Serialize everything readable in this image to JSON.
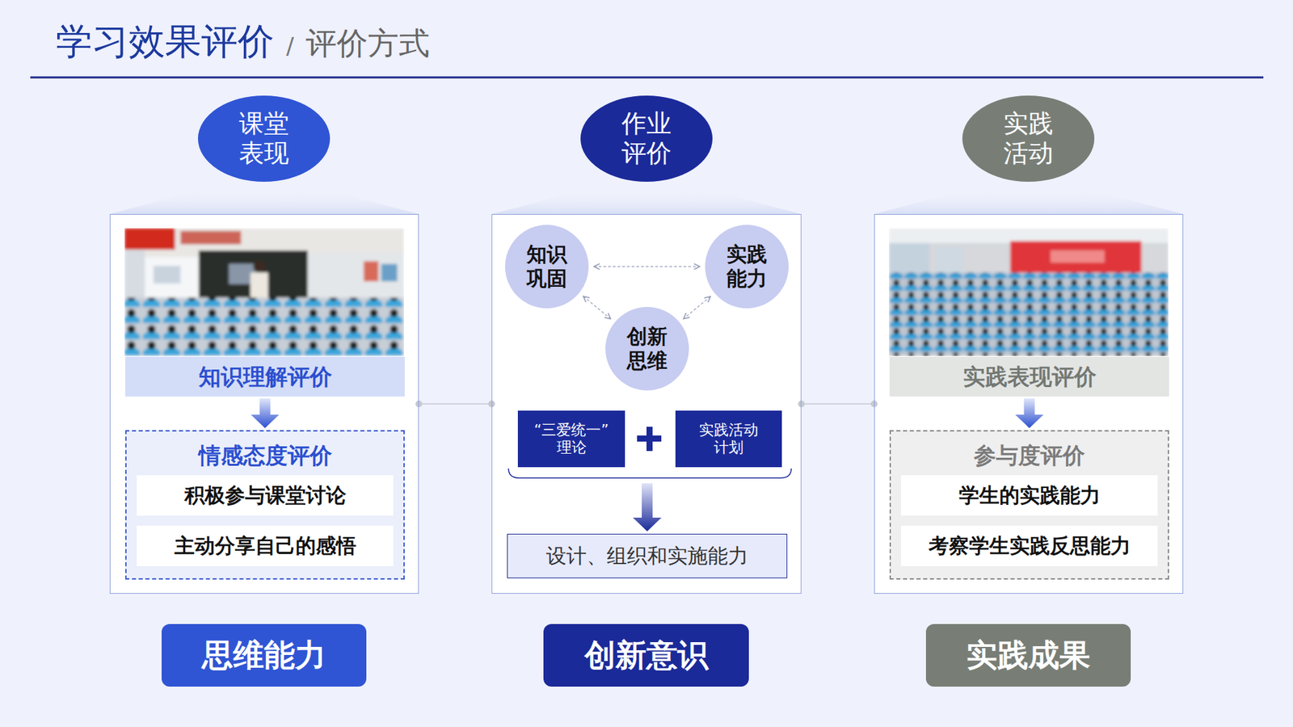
{
  "diagram": {
    "title": "学习效果评价",
    "nodes": [
      {
        "text": [
          "课堂 表现"
        ]
      },
      {
        "text": [
          "作业 评价"
        ]
      },
      {
        "text": [
          "实践 活动"
        ]
      },
      {
        "text": []
      },
      {
        "text": [
          "知识理解评价"
        ],
        "in": 3
      },
      {
        "text": [
          "情感态度评价"
        ],
        "in": 3
      },
      {
        "text": [
          "积极参与课堂讨论"
        ],
        "in": 5
      },
      {
        "text": [
          "主动分享自己的感悟"
        ],
        "in": 5
      },
      {
        "text": []
      },
      {
        "text": [
          "知识 巩固"
        ],
        "in": 8
      },
      {
        "text": [
          "实践 能力"
        ],
        "in": 8
      },
      {
        "text": [
          "创新 思维"
        ],
        "in": 8
      },
      {
        "text": [
          "“三爱统一” 理论"
        ],
        "in": 8
      },
      {
        "text": [
          "实践活动 计划"
        ],
        "in": 8
      },
      {
        "text": [
          "设计、组织和实施能力"
        ],
        "in": 8
      },
      {
        "text": []
      },
      {
        "text": [
          "实践表现评价"
        ],
        "in": 15
      },
      {
        "text": [
          "参与度评价"
        ],
        "in": 15
      },
      {
        "text": [
          "学生的实践能力"
        ],
        "in": 17
      },
      {
        "text": [
          "考察学生实践反思能力"
        ],
        "in": 17
      },
      {
        "text": [
          "思维能力"
        ]
      },
      {
        "text": [
          "创新意识"
        ]
      },
      {
        "text": [
          "实践成果"
        ]
      }
    ],
    "edges": [
      {
        "from": 4,
        "to": 5,
        "arrow": "to"
      },
      {
        "from": 9,
        "to": 10,
        "arrow": "both"
      },
      {
        "from": 9,
        "to": 11,
        "arrow": "both"
      },
      {
        "from": 10,
        "to": 11,
        "arrow": "both"
      },
      {
        "from": 12,
        "to": 14,
        "arrow": "to"
      },
      {
        "from": 13,
        "to": 14,
        "arrow": "to"
      },
      {
        "from": 16,
        "to": 17,
        "arrow": "to"
      },
      {
        "from": 3,
        "to": 8,
        "arrow": "none"
      },
      {
        "from": 8,
        "to": 15,
        "arrow": "none"
      }
    ],
    "labels": [
      "/",
      "评价方式"
    ]
  }
}
